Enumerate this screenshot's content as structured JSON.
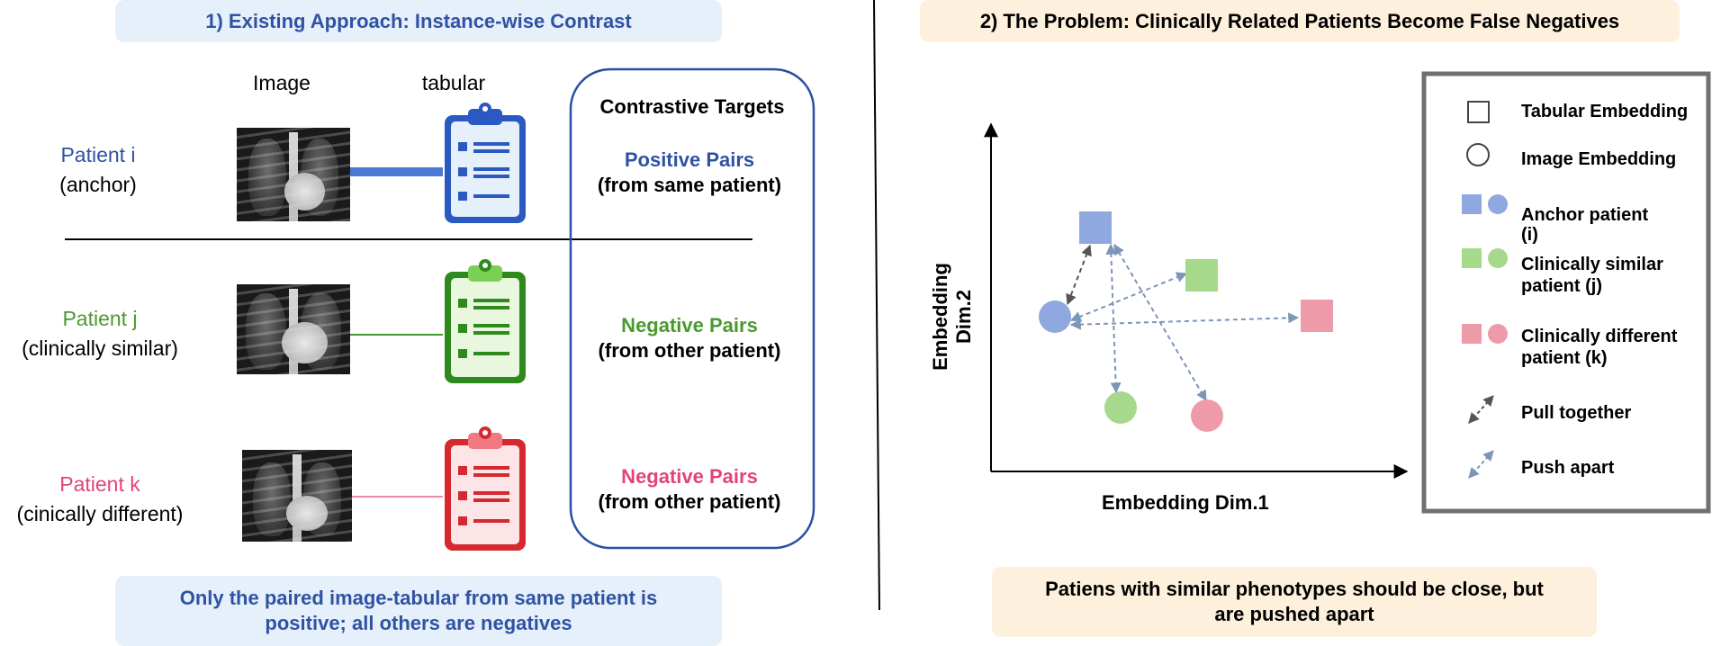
{
  "left": {
    "title": "1)  Existing Approach: Instance-wise Contrast",
    "col_image": "Image",
    "col_tabular": "tabular",
    "patients": [
      {
        "name": "Patient i",
        "desc": "(anchor)",
        "color": "#2f52a3"
      },
      {
        "name": "Patient j",
        "desc": "(clinically similar)",
        "color": "#4b9a2e"
      },
      {
        "name": "Patient k",
        "desc": "(cinically different)",
        "color": "#e0457a"
      }
    ],
    "targets_title": "Contrastive Targets",
    "pairs": [
      {
        "title": "Positive Pairs",
        "sub": "(from same patient)",
        "color": "#2f52a3"
      },
      {
        "title": "Negative Pairs",
        "sub": "(from other patient)",
        "color": "#4b9a2e"
      },
      {
        "title": "Negative Pairs",
        "sub": "(from other patient)",
        "color": "#e0457a"
      }
    ],
    "footer_line1": "Only the paired image-tabular from same patient is",
    "footer_line2": "positive; all others are negatives"
  },
  "right": {
    "title": "2)  The Problem: Clinically Related Patients Become False Negatives",
    "xlabel": "Embedding Dim.1",
    "ylabel_line1": "Embedding",
    "ylabel_line2": "Dim.2",
    "legend": {
      "tabular": "Tabular Embedding",
      "image": "Image Embedding",
      "anchor_line1": "Anchor patient",
      "anchor_line2": "(i)",
      "similar_line1": "Clinically similar",
      "similar_line2": "patient (j)",
      "different_line1": "Clinically different",
      "different_line2": "patient (k)",
      "pull": "Pull together",
      "push": "Push apart"
    },
    "footer_line1": "Patiens with similar phenotypes should be close, but",
    "footer_line2": "are pushed apart"
  },
  "colors": {
    "blue": "#8fa8e0",
    "green": "#a6d98c",
    "red": "#ef9aa8",
    "arrow_dark": "#555555",
    "arrow_push": "#7d95b8"
  }
}
